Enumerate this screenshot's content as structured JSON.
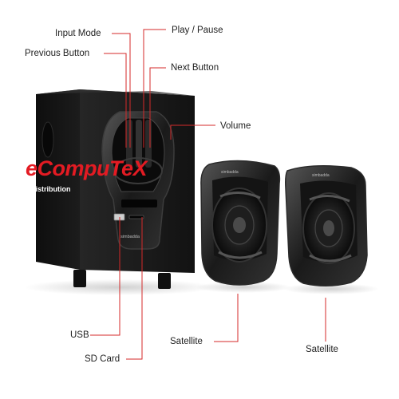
{
  "callouts": {
    "input_mode": "Input Mode",
    "play_pause": "Play / Pause",
    "previous_button": "Previous Button",
    "next_button": "Next Button",
    "volume": "Volume",
    "usb": "USB",
    "sd_card": "SD Card",
    "satellite_left": "Satellite",
    "satellite_right": "Satellite"
  },
  "watermark": {
    "brand": "eCompuTeX",
    "sub": "Distribution"
  },
  "device_branding": {
    "subwoofer": "simbadda",
    "satellite_left": "simbadda",
    "satellite_right": "simbadda"
  },
  "colors": {
    "callout_line": "#d42a2a",
    "watermark_red": "#e31b23",
    "speaker_body": "#1a1a1a"
  }
}
